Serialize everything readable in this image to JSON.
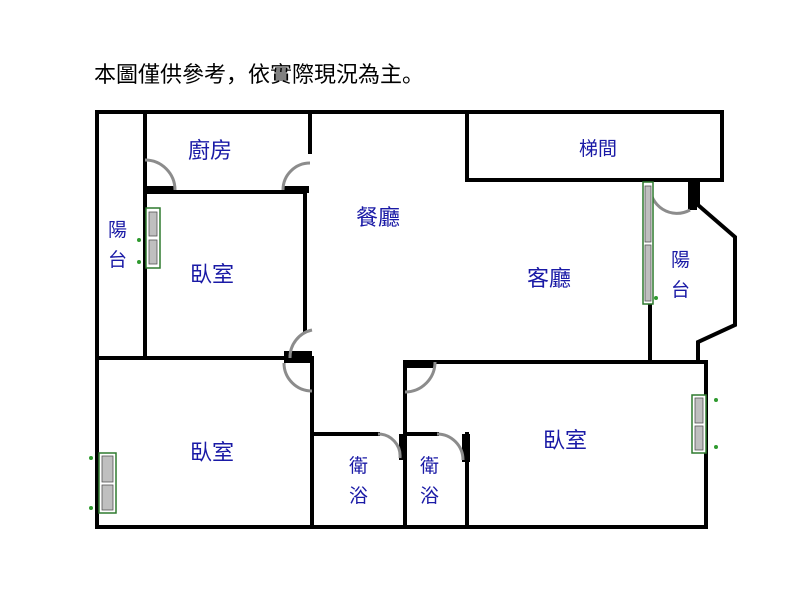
{
  "note": "本圖僅供參考，依實際現況為主。",
  "rooms": {
    "kitchen": "廚房",
    "dining": "餐廳",
    "living": "客廳",
    "stair": "梯間",
    "balcony_left": [
      "陽",
      "台"
    ],
    "balcony_right": [
      "陽",
      "台"
    ],
    "bedroom_small": "臥室",
    "bedroom_bottom_left": "臥室",
    "bedroom_bottom_right": "臥室",
    "bath_left": [
      "衛",
      "浴"
    ],
    "bath_right": [
      "衛",
      "浴"
    ]
  }
}
